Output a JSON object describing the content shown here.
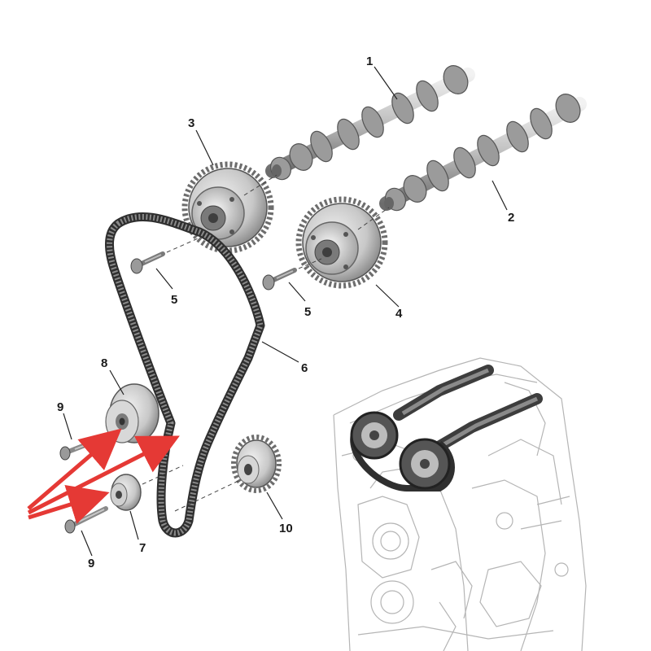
{
  "labels": {
    "camshaft_intake": "1",
    "camshaft_exhaust": "2",
    "phaser_intake": "3",
    "phaser_exhaust": "4",
    "bolt_intake": "5",
    "bolt_exhaust": "5",
    "timing_belt": "6",
    "idler_pulley": "7",
    "tensioner_pulley": "8",
    "bolt_tensioner": "9",
    "bolt_idler": "9",
    "crank_sprocket": "10"
  },
  "colors": {
    "part_light": "#e2e2e2",
    "part_mid": "#a9a9a9",
    "part_dark": "#5e5e5e",
    "belt": "#3a3a3a",
    "arrow": "#e53935",
    "engine_line": "#b0b0b0",
    "text": "#1a1a1a"
  }
}
